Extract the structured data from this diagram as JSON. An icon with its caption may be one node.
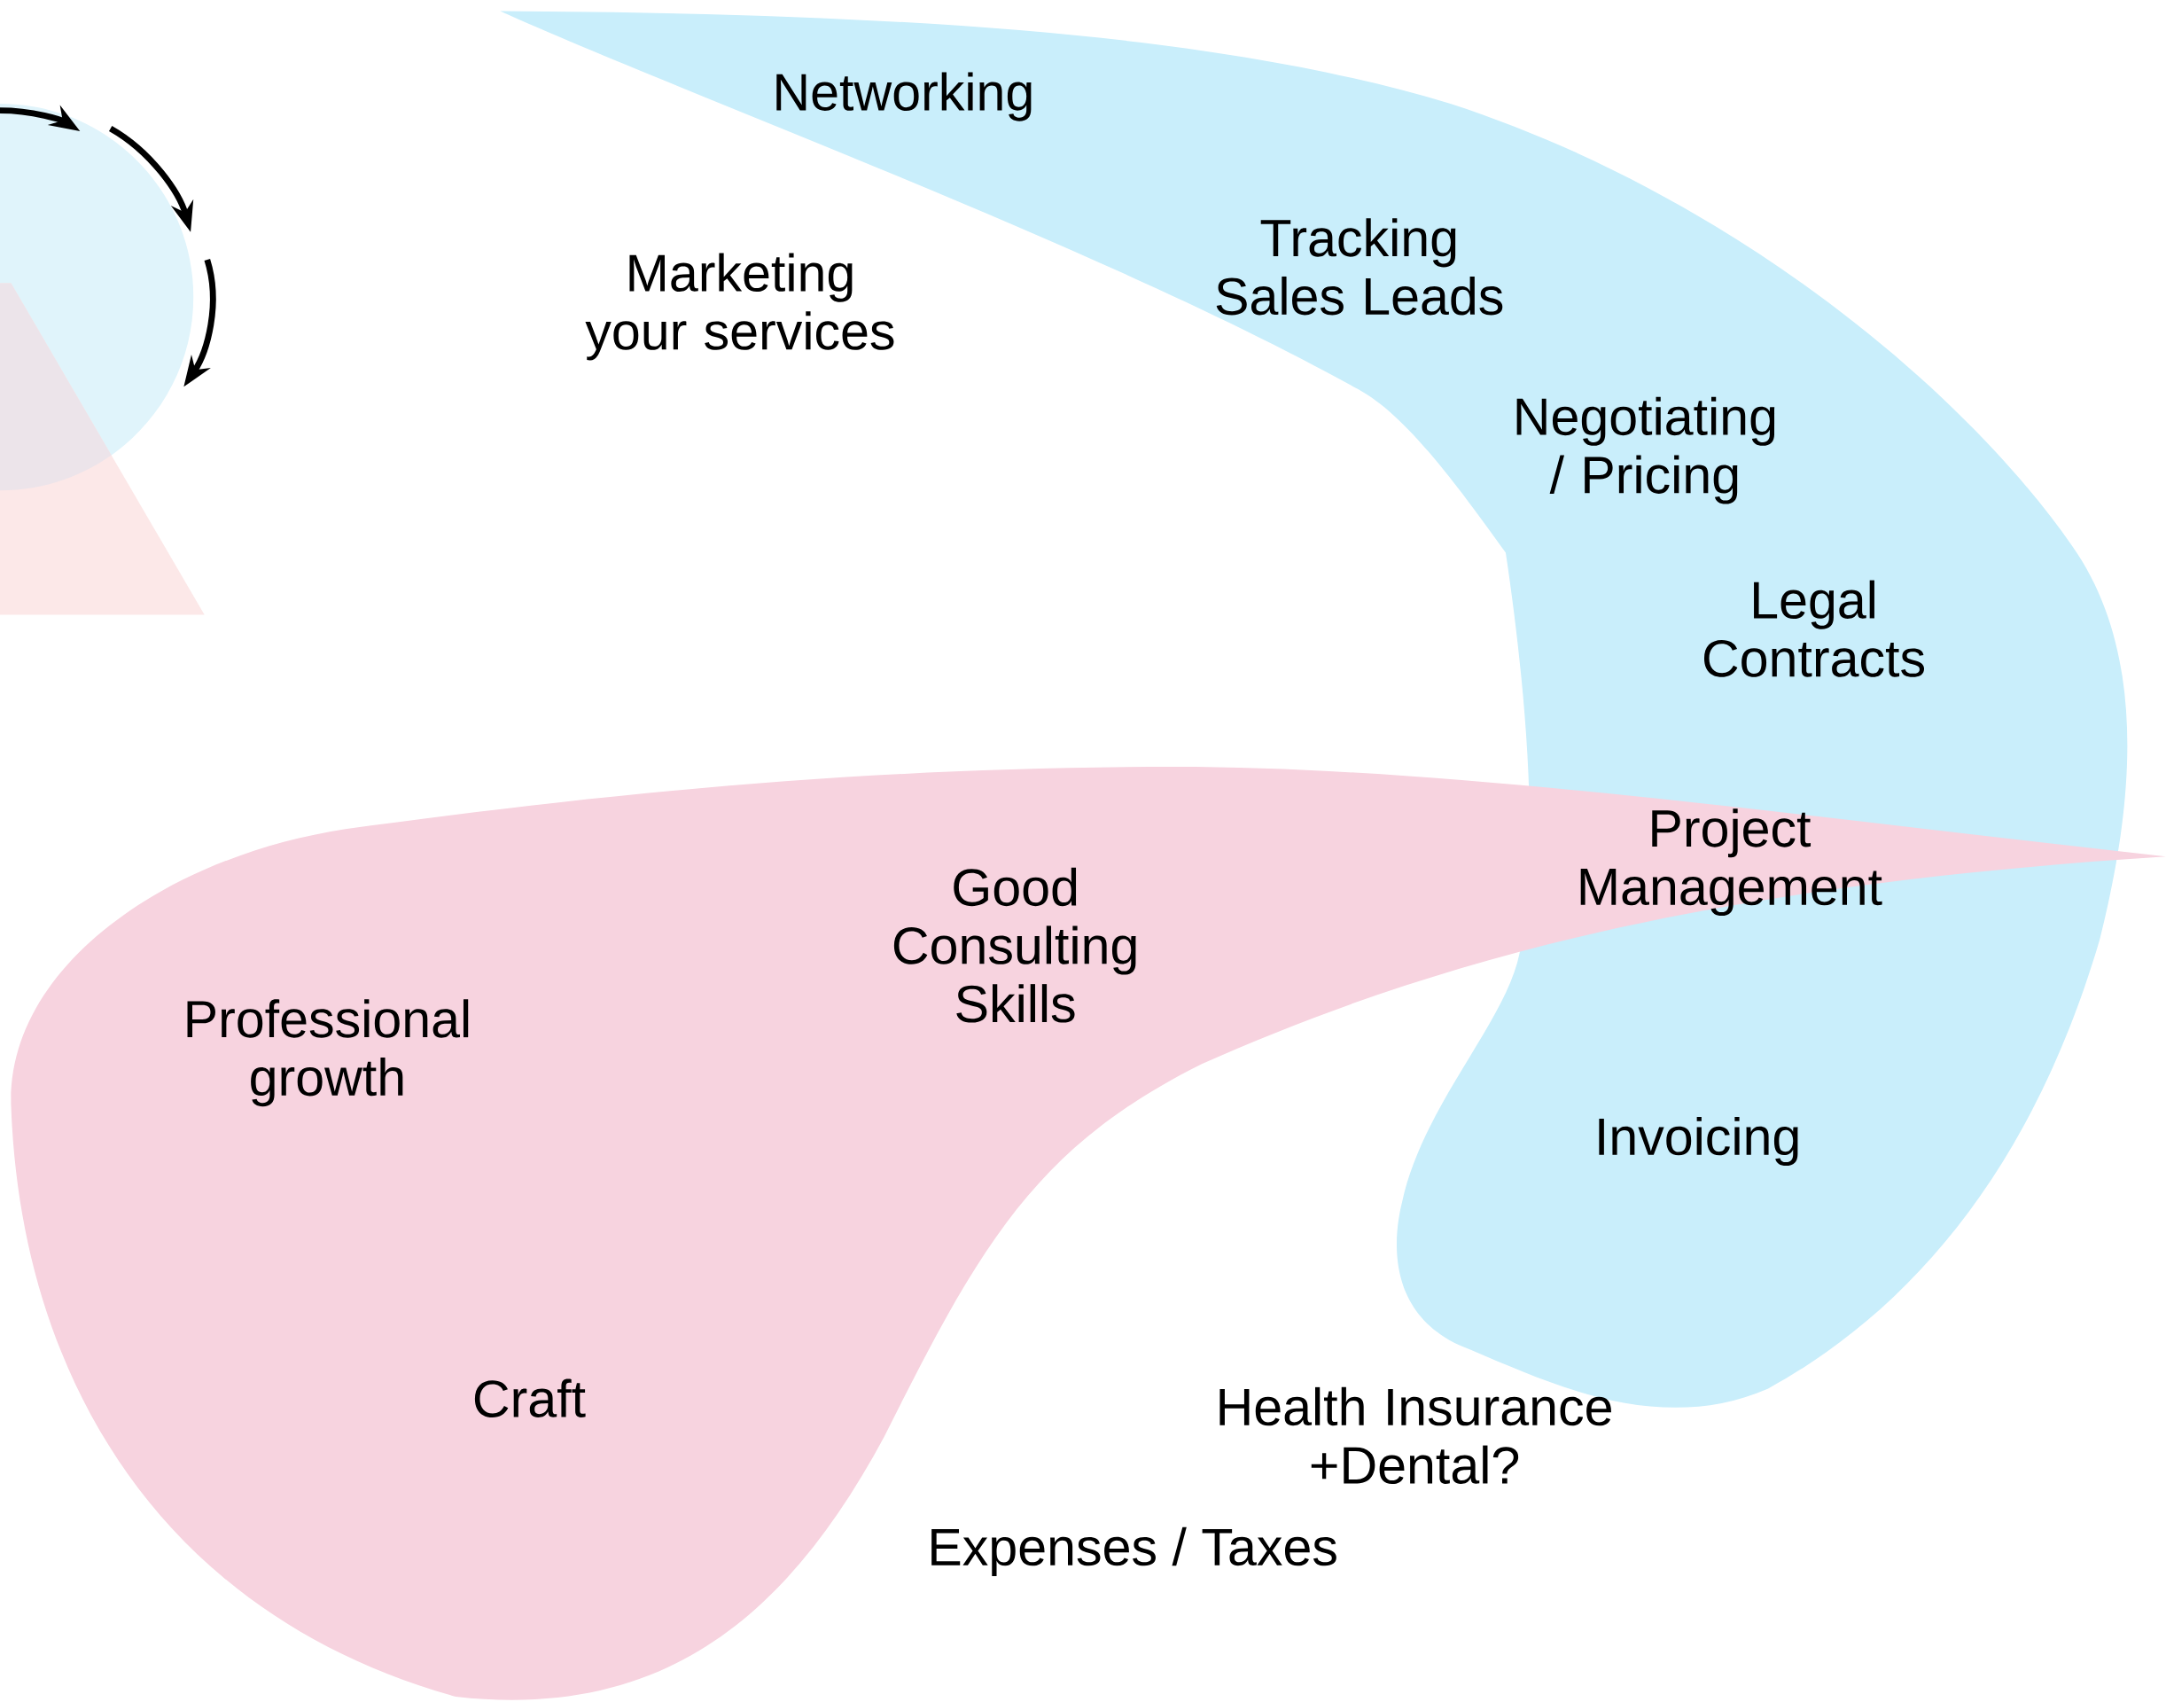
{
  "diagram": {
    "nodes": [
      {
        "text": [
          "Networking",
          "Tracking Sales Leads",
          "Negotiating / Pricing",
          "Legal Contracts",
          "Invoicing"
        ]
      },
      {
        "text": [
          "Good Consulting Skills",
          "Professional growth",
          "Craft"
        ]
      }
    ],
    "labels": [
      "Marketing your services",
      "Project Management",
      "Health Insurance +Dental?",
      "Expenses / Taxes"
    ]
  }
}
